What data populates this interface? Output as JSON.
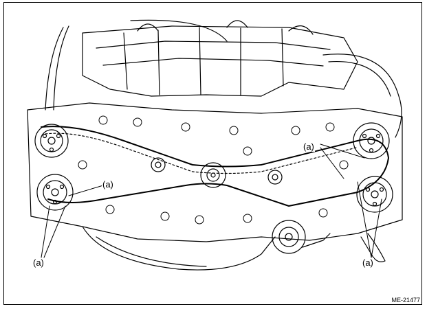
{
  "figure": {
    "id": "ME-21477",
    "callout_label": "(a)",
    "ink_color": "#000000",
    "paper_color": "#ffffff"
  },
  "callouts": [
    {
      "label": "(a)"
    },
    {
      "label": "(a)"
    },
    {
      "label": "(a)"
    },
    {
      "label": "(a)"
    }
  ]
}
